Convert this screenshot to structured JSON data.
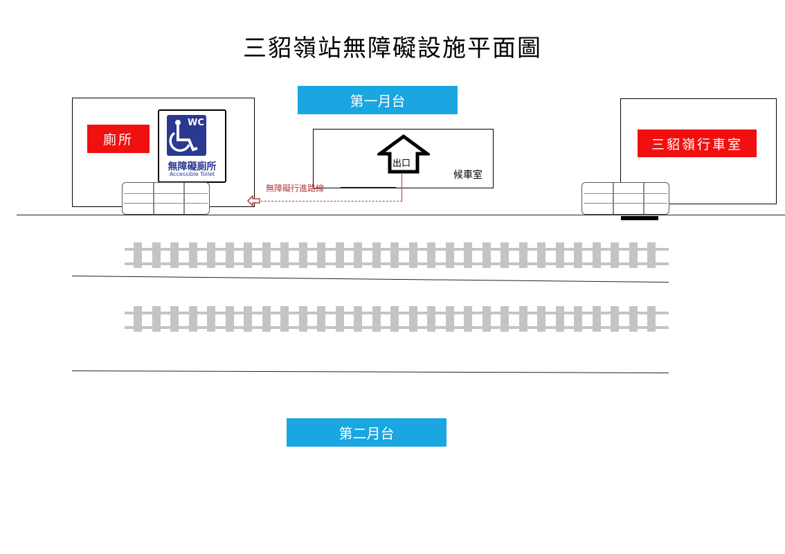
{
  "title": "三貂嶺站無障礙設施平面圖",
  "platform1": "第一月台",
  "platform2": "第二月台",
  "toilet_label": "廁所",
  "wc_sign": {
    "wc": "WC",
    "zh": "無障礙廁所",
    "en": "Accessible Toilet"
  },
  "waiting_room": "候車室",
  "exit": "出口",
  "route_label": "無障礙行進路線",
  "staff_room": "三貂嶺行車室",
  "colors": {
    "blue": "#1aa6e0",
    "red": "#f01010",
    "sign_blue": "#2b3990",
    "route": "#b23a3a",
    "track": "#c4c4c8"
  }
}
